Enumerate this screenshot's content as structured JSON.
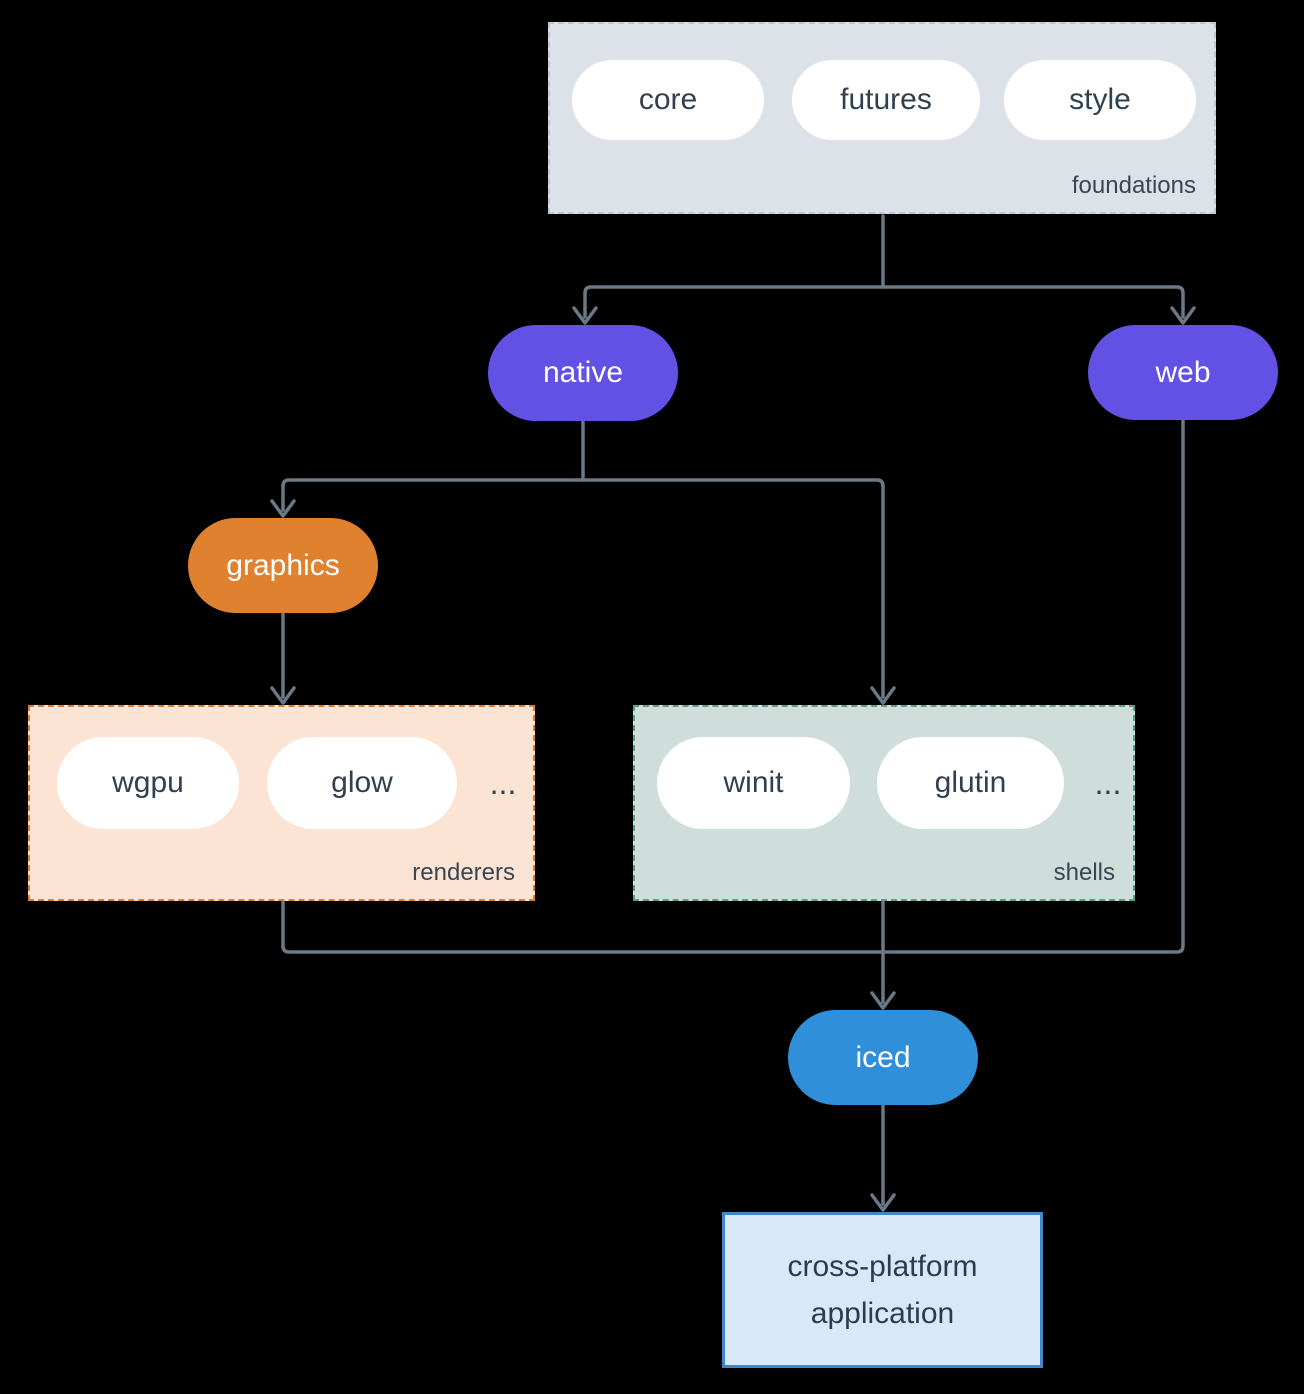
{
  "diagram": {
    "background_color": "#000000",
    "arrow_color": "#6b7886",
    "foundations": {
      "label": "foundations",
      "fill": "#dce2e8",
      "border_color": "#bfc7cf",
      "pills": [
        {
          "label": "core"
        },
        {
          "label": "futures"
        },
        {
          "label": "style"
        }
      ]
    },
    "native": {
      "label": "native",
      "fill": "#6351e5"
    },
    "web": {
      "label": "web",
      "fill": "#6351e5"
    },
    "graphics": {
      "label": "graphics",
      "fill": "#e0812f"
    },
    "renderers": {
      "label": "renderers",
      "fill": "#fbe4d3",
      "border_color": "#df7f2e",
      "pills": [
        {
          "label": "wgpu"
        },
        {
          "label": "glow"
        }
      ],
      "ellipsis": "..."
    },
    "shells": {
      "label": "shells",
      "fill": "#cfdeda",
      "border_color": "#57a18c",
      "pills": [
        {
          "label": "winit"
        },
        {
          "label": "glutin"
        }
      ],
      "ellipsis": "..."
    },
    "iced": {
      "label": "iced",
      "fill": "#2f8fd9"
    },
    "application": {
      "label_line1": "cross-platform",
      "label_line2": "application",
      "fill": "#d7e9f8",
      "border_color": "#4186c6"
    }
  }
}
